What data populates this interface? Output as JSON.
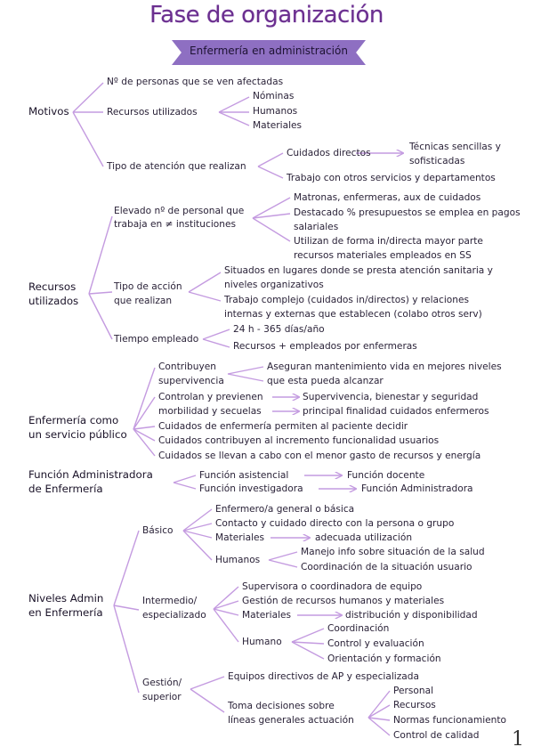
{
  "title": "Fase de organización",
  "subtitle": "Enfermería en administración",
  "page_number": "1",
  "motivos": {
    "label": "Motivos",
    "personas": "Nº de personas que se ven afectadas",
    "recursos": "Recursos utilizados",
    "nominas": "Nóminas",
    "humanos": "Humanos",
    "materiales": "Materiales",
    "tipo_atencion": "Tipo de atención que realizan",
    "cuidados_directos": "Cuidados directos",
    "tecnicas_1": "Técnicas sencillas y",
    "tecnicas_2": "sofisticadas",
    "trabajo_otros": "Trabajo con otros servicios y departamentos"
  },
  "recursos_utilizados": {
    "label_1": "Recursos",
    "label_2": "utilizados",
    "elevado_1": "Elevado nº de personal que",
    "elevado_2": "trabaja en ≠ instituciones",
    "matronas": "Matronas, enfermeras, aux de cuidados",
    "destacado_1": "Destacado % presupuestos se emplea en pagos",
    "destacado_2": "salariales",
    "utilizan_1": "Utilizan de forma in/directa mayor parte",
    "utilizan_2": "recursos materiales empleados en SS",
    "tipo_accion_1": "Tipo de acción",
    "tipo_accion_2": "que realizan",
    "situados_1": "Situados en lugares donde se presta atención sanitaria y",
    "situados_2": "niveles organizativos",
    "trabajo_complejo_1": "Trabajo complejo (cuidados in/directos) y relaciones",
    "trabajo_complejo_2": "internas y externas que establecen (colabo otros serv)",
    "tiempo": "Tiempo empleado",
    "horas": "24 h - 365 días/año",
    "recursos_empleados": "Recursos + empleados por enfermeras"
  },
  "servicio_publico": {
    "label_1": "Enfermería como",
    "label_2": "un servicio público",
    "contribuyen_1": "Contribuyen",
    "contribuyen_2": "supervivencia",
    "aseguran_1": "Aseguran mantenimiento vida en mejores niveles",
    "aseguran_2": "que esta pueda alcanzar",
    "controlan_1": "Controlan y previenen",
    "controlan_2": "morbilidad y secuelas",
    "supervivencia": "Supervivencia, bienestar y seguridad",
    "principal": "principal finalidad cuidados enfermeros",
    "cuidados_permiten": "Cuidados de enfermería permiten al paciente decidir",
    "cuidados_contribuyen": "Cuidados contribuyen al incremento funcionalidad usuarios",
    "cuidados_llevan": "Cuidados se llevan a cabo con el menor gasto de recursos y energía"
  },
  "funcion_admin": {
    "label_1": "Función Administradora",
    "label_2": "de Enfermería",
    "asistencial": "Función asistencial",
    "docente": "Función docente",
    "investigadora": "Función investigadora",
    "administradora": "Función Administradora"
  },
  "niveles": {
    "label_1": "Niveles Admin",
    "label_2": "en Enfermería",
    "basico": "Básico",
    "enfermero": "Enfermero/a general o básica",
    "contacto": "Contacto y cuidado directo con la persona o grupo",
    "materiales": "Materiales",
    "adecuada": "adecuada utilización",
    "humanos": "Humanos",
    "manejo": "Manejo info sobre situación de la salud",
    "coordinacion_situacion": "Coordinación de la situación usuario",
    "intermedio_1": "Intermedio/",
    "intermedio_2": "especializado",
    "supervisora": "Supervisora o coordinadora de equipo",
    "gestion_recursos": "Gestión de recursos humanos y materiales",
    "materiales_2": "Materiales",
    "distribucion": "distribución y disponibilidad",
    "humano": "Humano",
    "coordinacion": "Coordinación",
    "control": "Control y evaluación",
    "orientacion": "Orientación y formación",
    "gestion_1": "Gestión/",
    "gestion_2": "superior",
    "equipos": "Equipos directivos de AP y especializada",
    "toma_1": "Toma decisiones sobre",
    "toma_2": "líneas generales actuación",
    "personal": "Personal",
    "recursos": "Recursos",
    "normas": "Normas funcionamiento",
    "control_calidad": "Control de calidad"
  },
  "colors": {
    "title": "#6b2f8f",
    "banner": "#8e6fc2",
    "lines": "#c49be0"
  }
}
